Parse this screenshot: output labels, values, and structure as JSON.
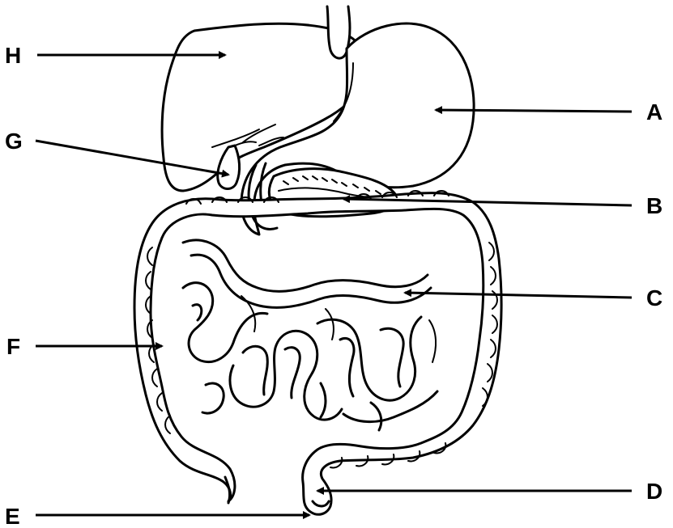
{
  "diagram": {
    "labels": {
      "A": "A",
      "B": "B",
      "C": "C",
      "D": "D",
      "E": "E",
      "F": "F",
      "G": "G",
      "H": "H"
    },
    "colors": {
      "line": "#000000",
      "background": "#ffffff"
    }
  }
}
